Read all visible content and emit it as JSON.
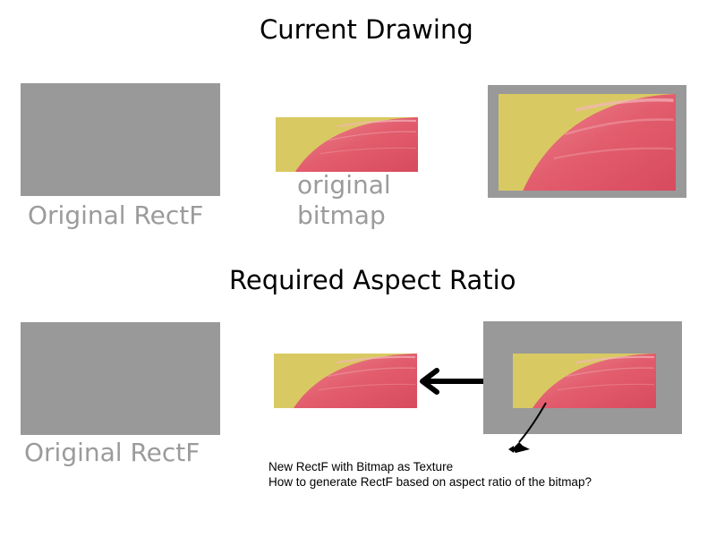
{
  "sections": {
    "current": {
      "title": "Current Drawing"
    },
    "required": {
      "title": "Required Aspect Ratio"
    }
  },
  "labels": {
    "original_rectf": "Original RectF",
    "original_bitmap_line1": "original",
    "original_bitmap_line2": "bitmap"
  },
  "annotation": {
    "line1": "New RectF with Bitmap as Texture",
    "line2": "How to generate RectF based on aspect ratio of the bitmap?"
  },
  "colors": {
    "rect_gray": "#999999",
    "bitmap_yellow": "#d8c860",
    "bitmap_red": "#e06070",
    "label_gray": "#9b9b9b"
  }
}
